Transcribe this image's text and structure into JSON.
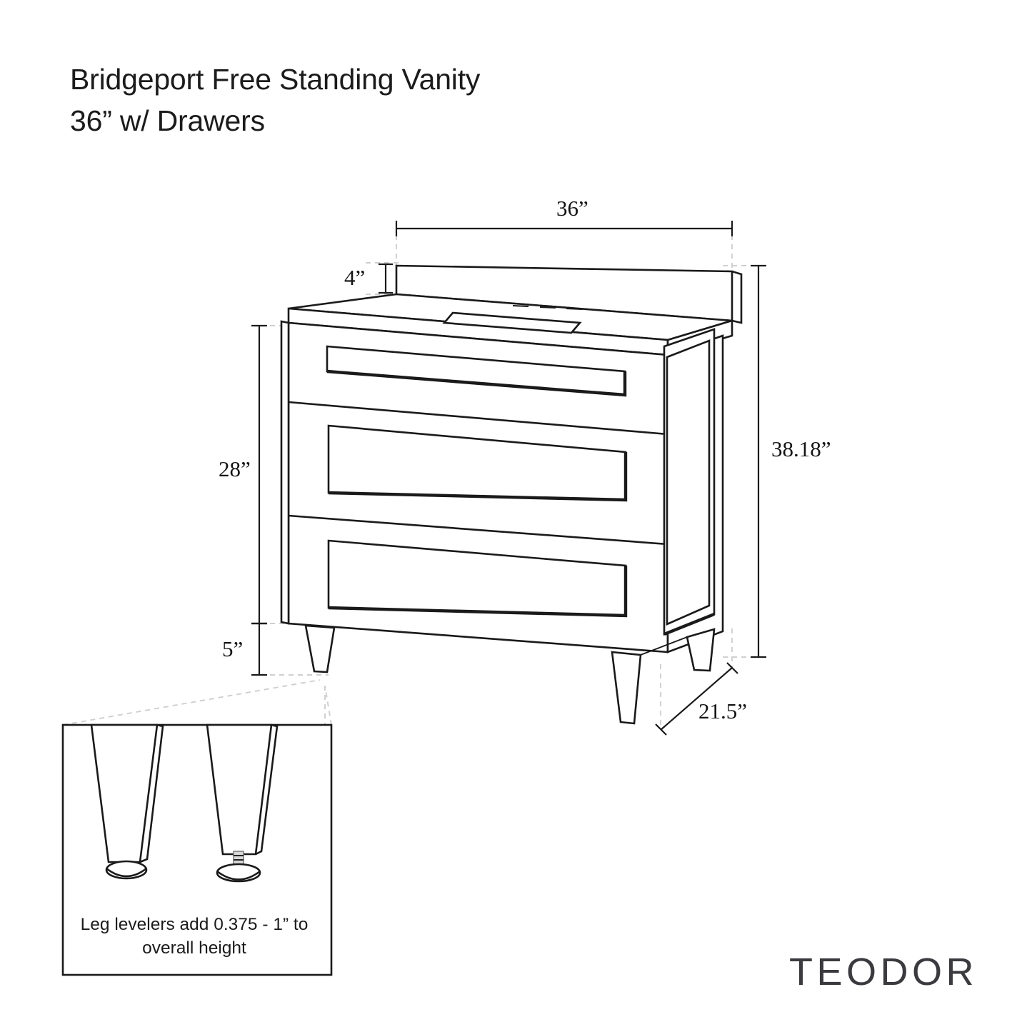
{
  "document": {
    "title_lines": [
      "Bridgeport Free Standing Vanity",
      "36” w/ Drawers"
    ],
    "brand": "TEODOR",
    "background_color": "#ffffff",
    "line_color": "#1a1a1a",
    "guide_color": "#cfcfcf"
  },
  "dimensions": {
    "width": "36”",
    "backsplash_height": "4”",
    "cabinet_height": "28”",
    "leg_height": "5”",
    "overall_height": "38.18”",
    "depth": "21.5”"
  },
  "detail": {
    "caption_line_1": "Leg levelers add 0.375 - 1” to",
    "caption_line_2": "overall height"
  },
  "product": {
    "name": "Bridgeport Free Standing Vanity",
    "size": "36”",
    "configuration": "w/ Drawers",
    "drawer_count": 3,
    "faucet_holes": 3,
    "leg_count": 4
  }
}
